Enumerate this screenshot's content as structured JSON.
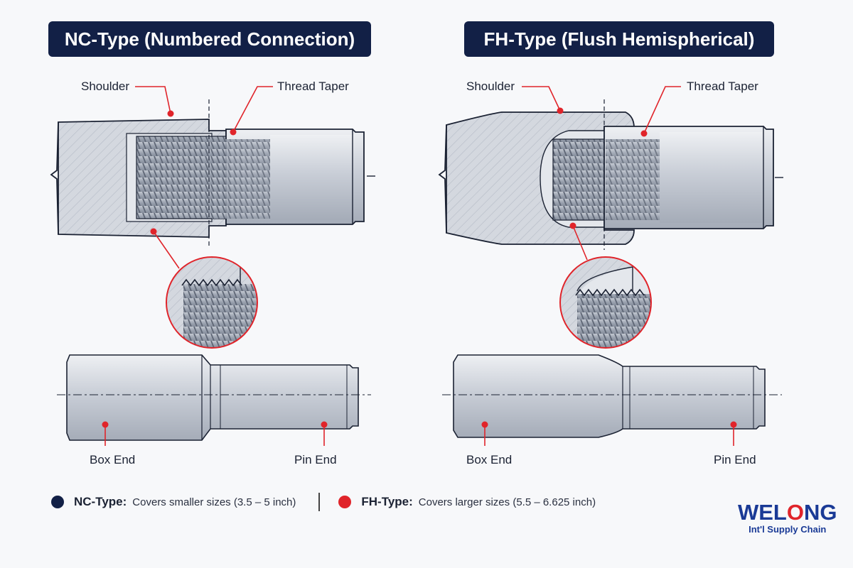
{
  "nc": {
    "title": "NC-Type (Numbered Connection)",
    "shoulder_label": "Shoulder",
    "thread_taper_label": "Thread Taper",
    "box_end_label": "Box End",
    "pin_end_label": "Pin End"
  },
  "fh": {
    "title": "FH-Type (Flush Hemispherical)",
    "shoulder_label": "Shoulder",
    "thread_taper_label": "Thread Taper",
    "box_end_label": "Box End",
    "pin_end_label": "Pin End"
  },
  "legend": {
    "nc_key": "NC-Type:",
    "nc_text": "Covers smaller sizes (3.5 – 5 inch)",
    "fh_key": "FH-Type:",
    "fh_text": "Covers larger sizes (5.5 – 6.625 inch)",
    "nc_color": "#122046",
    "fh_color": "#e0242a"
  },
  "logo": {
    "main_pre": "WEL",
    "main_o": "O",
    "main_post": "NG",
    "sub": "Int'l Supply Chain"
  },
  "colors": {
    "navy": "#122046",
    "accent_red": "#e0242a",
    "steel": "#c7ccd5"
  }
}
